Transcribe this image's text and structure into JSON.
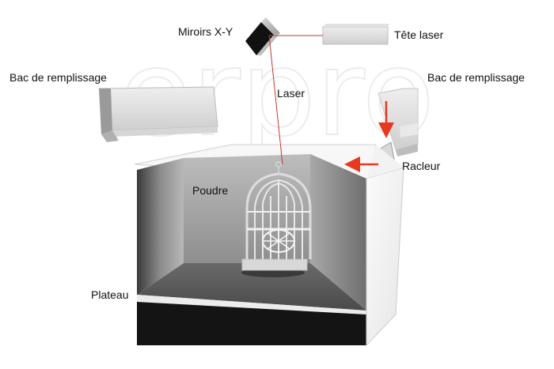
{
  "labels": {
    "mirrors": "Miroirs X-Y",
    "laser_head": "Tête laser",
    "hopper_left": "Bac de remplissage",
    "hopper_right": "Bac de remplissage",
    "laser": "Laser",
    "recoater": "Racleur",
    "powder": "Poudre",
    "platform": "Plateau"
  },
  "watermark": "erpro",
  "colors": {
    "laser_beam": "#c0392b",
    "arrow": "#e8381e",
    "platform_dark": "#141414",
    "wall_light": "#f4f4f4",
    "wall_dark": "#7a7a7a"
  }
}
